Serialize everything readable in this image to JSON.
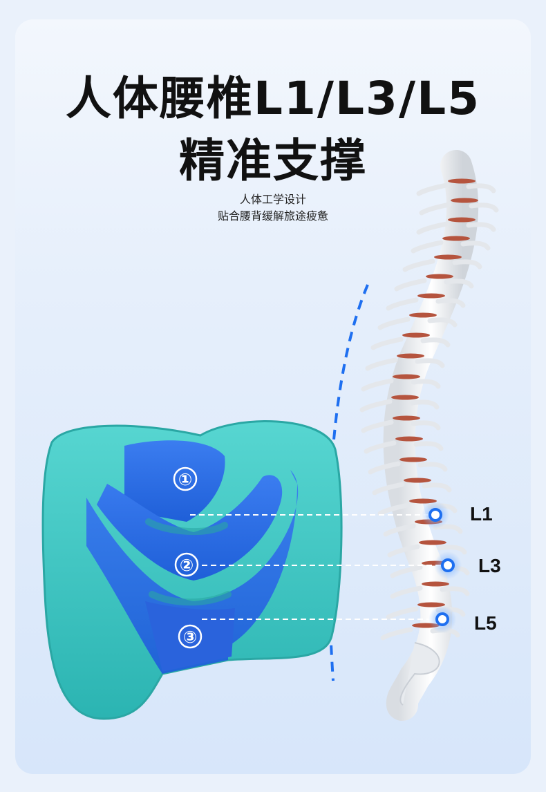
{
  "headline": {
    "line1": "人体腰椎L1/L3/L5",
    "line2": "精准支撑"
  },
  "subtitle": {
    "line1": "人体工学设计",
    "line2": "贴合腰背缓解旅途疲惫"
  },
  "zones": [
    {
      "marker": "①"
    },
    {
      "marker": "②"
    },
    {
      "marker": "③"
    }
  ],
  "vertebra_labels": [
    "L1",
    "L3",
    "L5"
  ],
  "colors": {
    "pillow_outer": "#3cc5c2",
    "pillow_inner": "#2e6ee6",
    "accent_blue": "#1e6ff0",
    "disc": "#b5543e"
  }
}
